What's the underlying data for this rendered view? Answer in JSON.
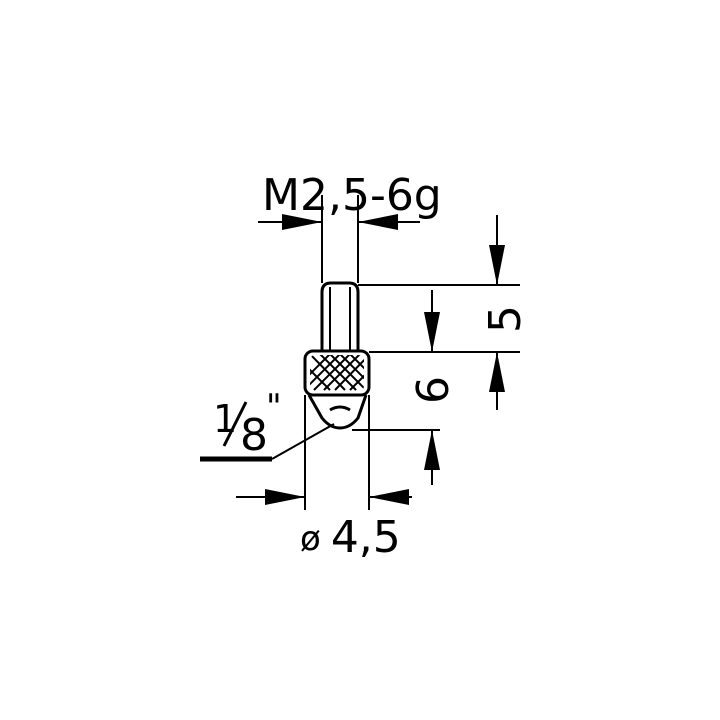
{
  "drawing": {
    "thread_label": "M2,5-6g",
    "ball_label": "1/8\"",
    "ball_label_num": "1",
    "ball_label_den": "8",
    "ball_label_inch": "\"",
    "diameter_label": "ø 4,5",
    "diameter_symbol": "ø",
    "diameter_value": "4,5",
    "thread_length_label": "5",
    "overall_length_label": "6",
    "ink_color": "#000000",
    "background_color": "#ffffff"
  }
}
